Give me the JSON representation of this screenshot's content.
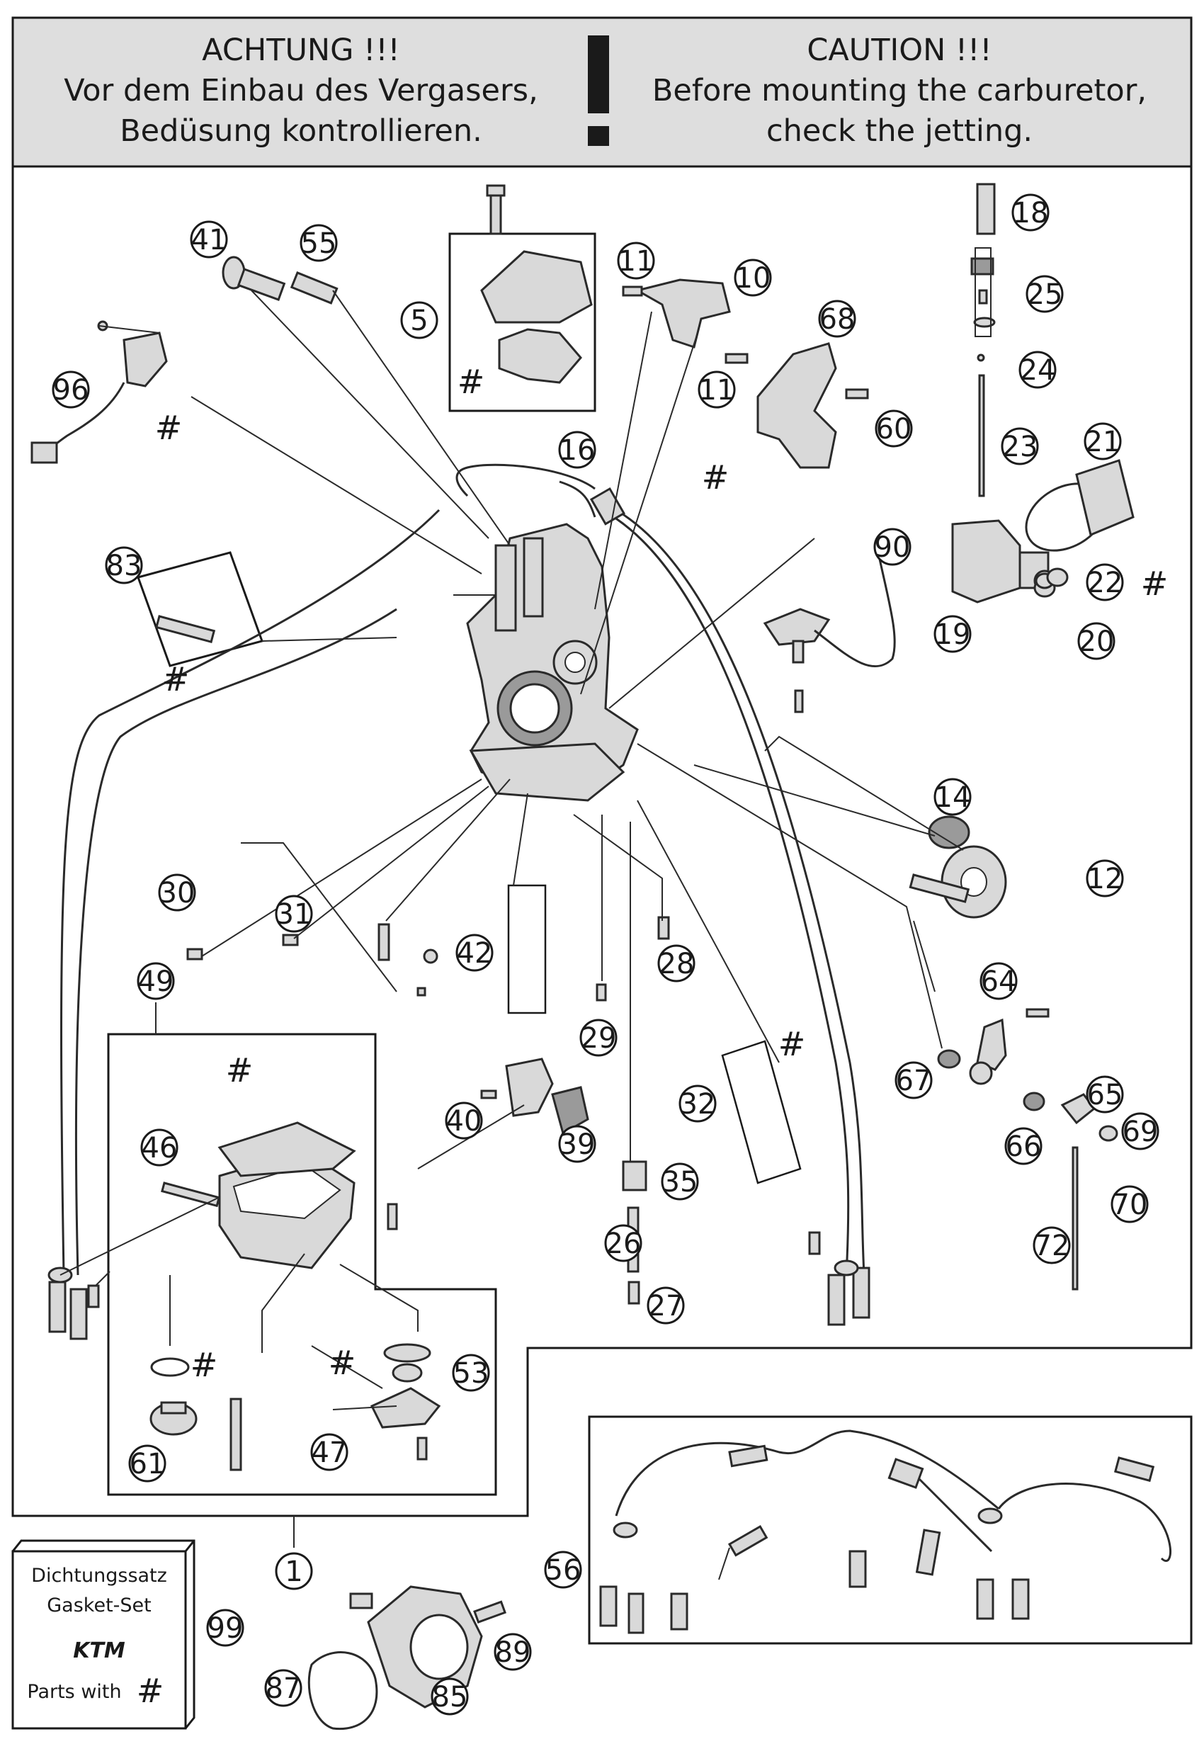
{
  "header": {
    "german": {
      "title": "ACHTUNG !!!",
      "line1": "Vor dem Einbau des Vergasers,",
      "line2": "Bedüsung kontrollieren."
    },
    "english": {
      "title": "CAUTION !!!",
      "line1": "Before mounting the carburetor,",
      "line2": "check the jetting."
    }
  },
  "gasket_kit": {
    "line1": "Dichtungssatz",
    "line2": "Gasket-Set",
    "logo": "KTM",
    "line3": "Parts with",
    "symbol": "#"
  },
  "hash_symbol": "#",
  "callouts": [
    "1",
    "5",
    "10",
    "11",
    "11",
    "12",
    "14",
    "16",
    "18",
    "19",
    "20",
    "21",
    "22",
    "23",
    "24",
    "25",
    "26",
    "27",
    "28",
    "29",
    "30",
    "31",
    "32",
    "35",
    "39",
    "40",
    "41",
    "42",
    "46",
    "47",
    "49",
    "53",
    "55",
    "56",
    "60",
    "61",
    "64",
    "65",
    "66",
    "67",
    "68",
    "69",
    "70",
    "72",
    "83",
    "85",
    "87",
    "89",
    "90",
    "96",
    "99"
  ],
  "colors": {
    "ink": "#1a1a1a",
    "header_bg": "#dedede",
    "part_fill": "#d9d9d9",
    "part_dark": "#9a9a9a"
  }
}
